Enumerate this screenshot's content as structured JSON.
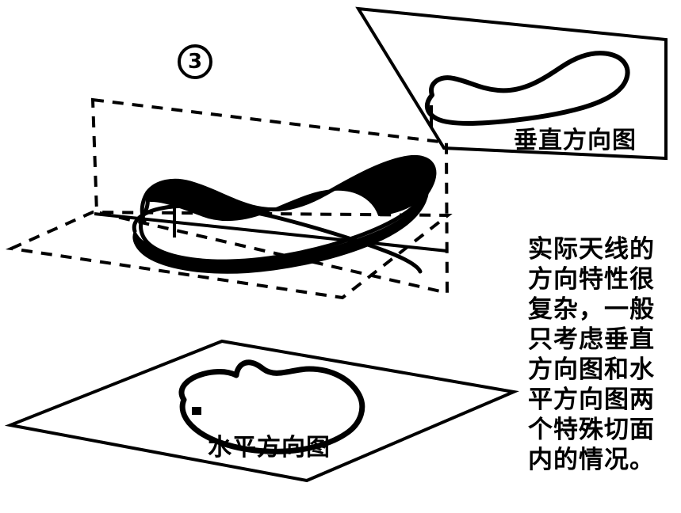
{
  "figure": {
    "step_number": "3",
    "panels": {
      "vertical_pattern_label": "垂直方向图",
      "horizontal_pattern_label": "水平方向图"
    },
    "annotation_lines": [
      "实际天线的",
      "方向特性很",
      "复杂，一般",
      "只考虑垂直",
      "方向图和水",
      "平方向图两",
      "个特殊切面",
      "内的情况。"
    ],
    "colors": {
      "ink": "#000000",
      "paper": "#ffffff"
    }
  }
}
